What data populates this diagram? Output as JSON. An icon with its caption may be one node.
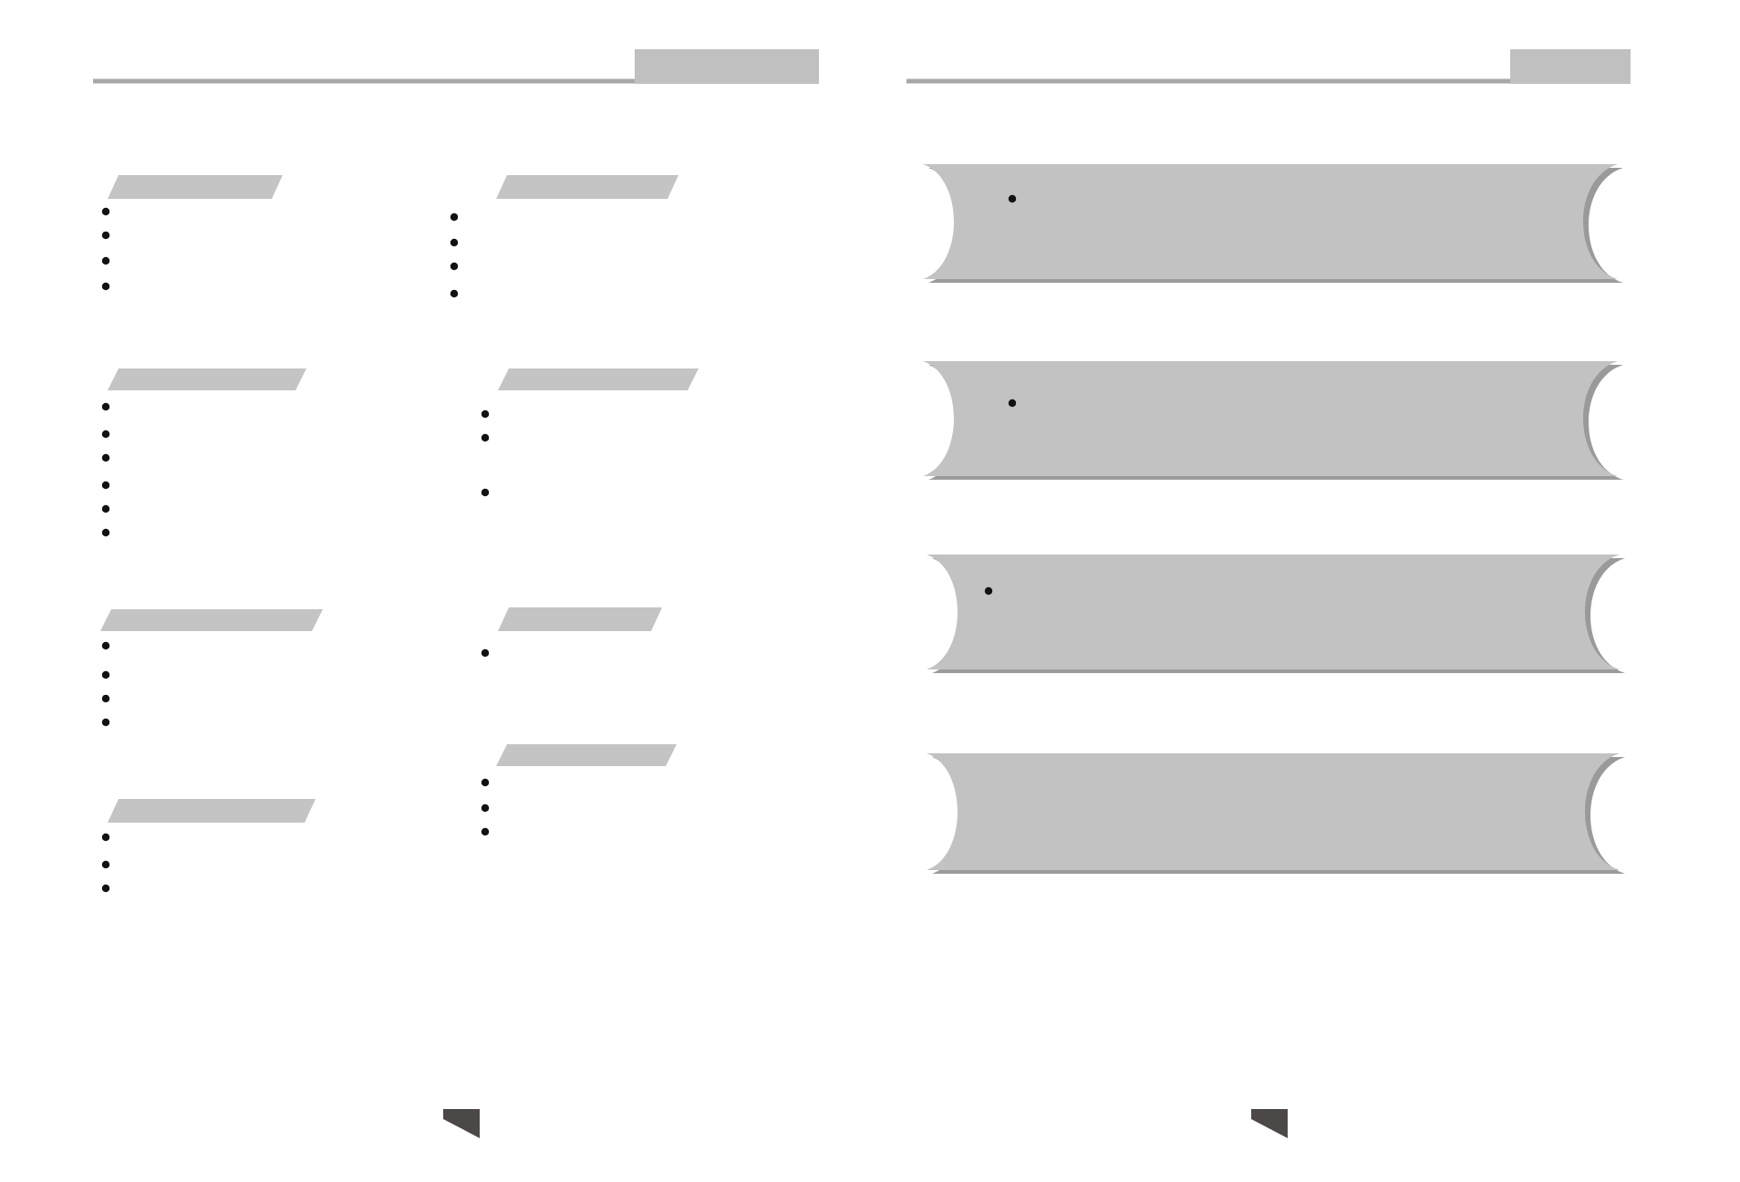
{
  "diagram": {
    "nodes": [
      {
        "text": [],
        "shape": "box"
      },
      {
        "text": [],
        "shape": "parallelogram"
      },
      {
        "text": [],
        "shape": "parallelogram"
      },
      {
        "text": [],
        "shape": "parallelogram"
      },
      {
        "text": [],
        "shape": "parallelogram"
      },
      {
        "text": [],
        "shape": "parallelogram"
      },
      {
        "text": [],
        "shape": "parallelogram"
      },
      {
        "text": [],
        "shape": "parallelogram"
      },
      {
        "text": [],
        "shape": "parallelogram"
      },
      {
        "text": [],
        "shape": "box"
      },
      {
        "text": [],
        "shape": "banner"
      },
      {
        "text": [],
        "shape": "banner"
      },
      {
        "text": [],
        "shape": "banner"
      },
      {
        "text": [],
        "shape": "banner"
      }
    ]
  }
}
